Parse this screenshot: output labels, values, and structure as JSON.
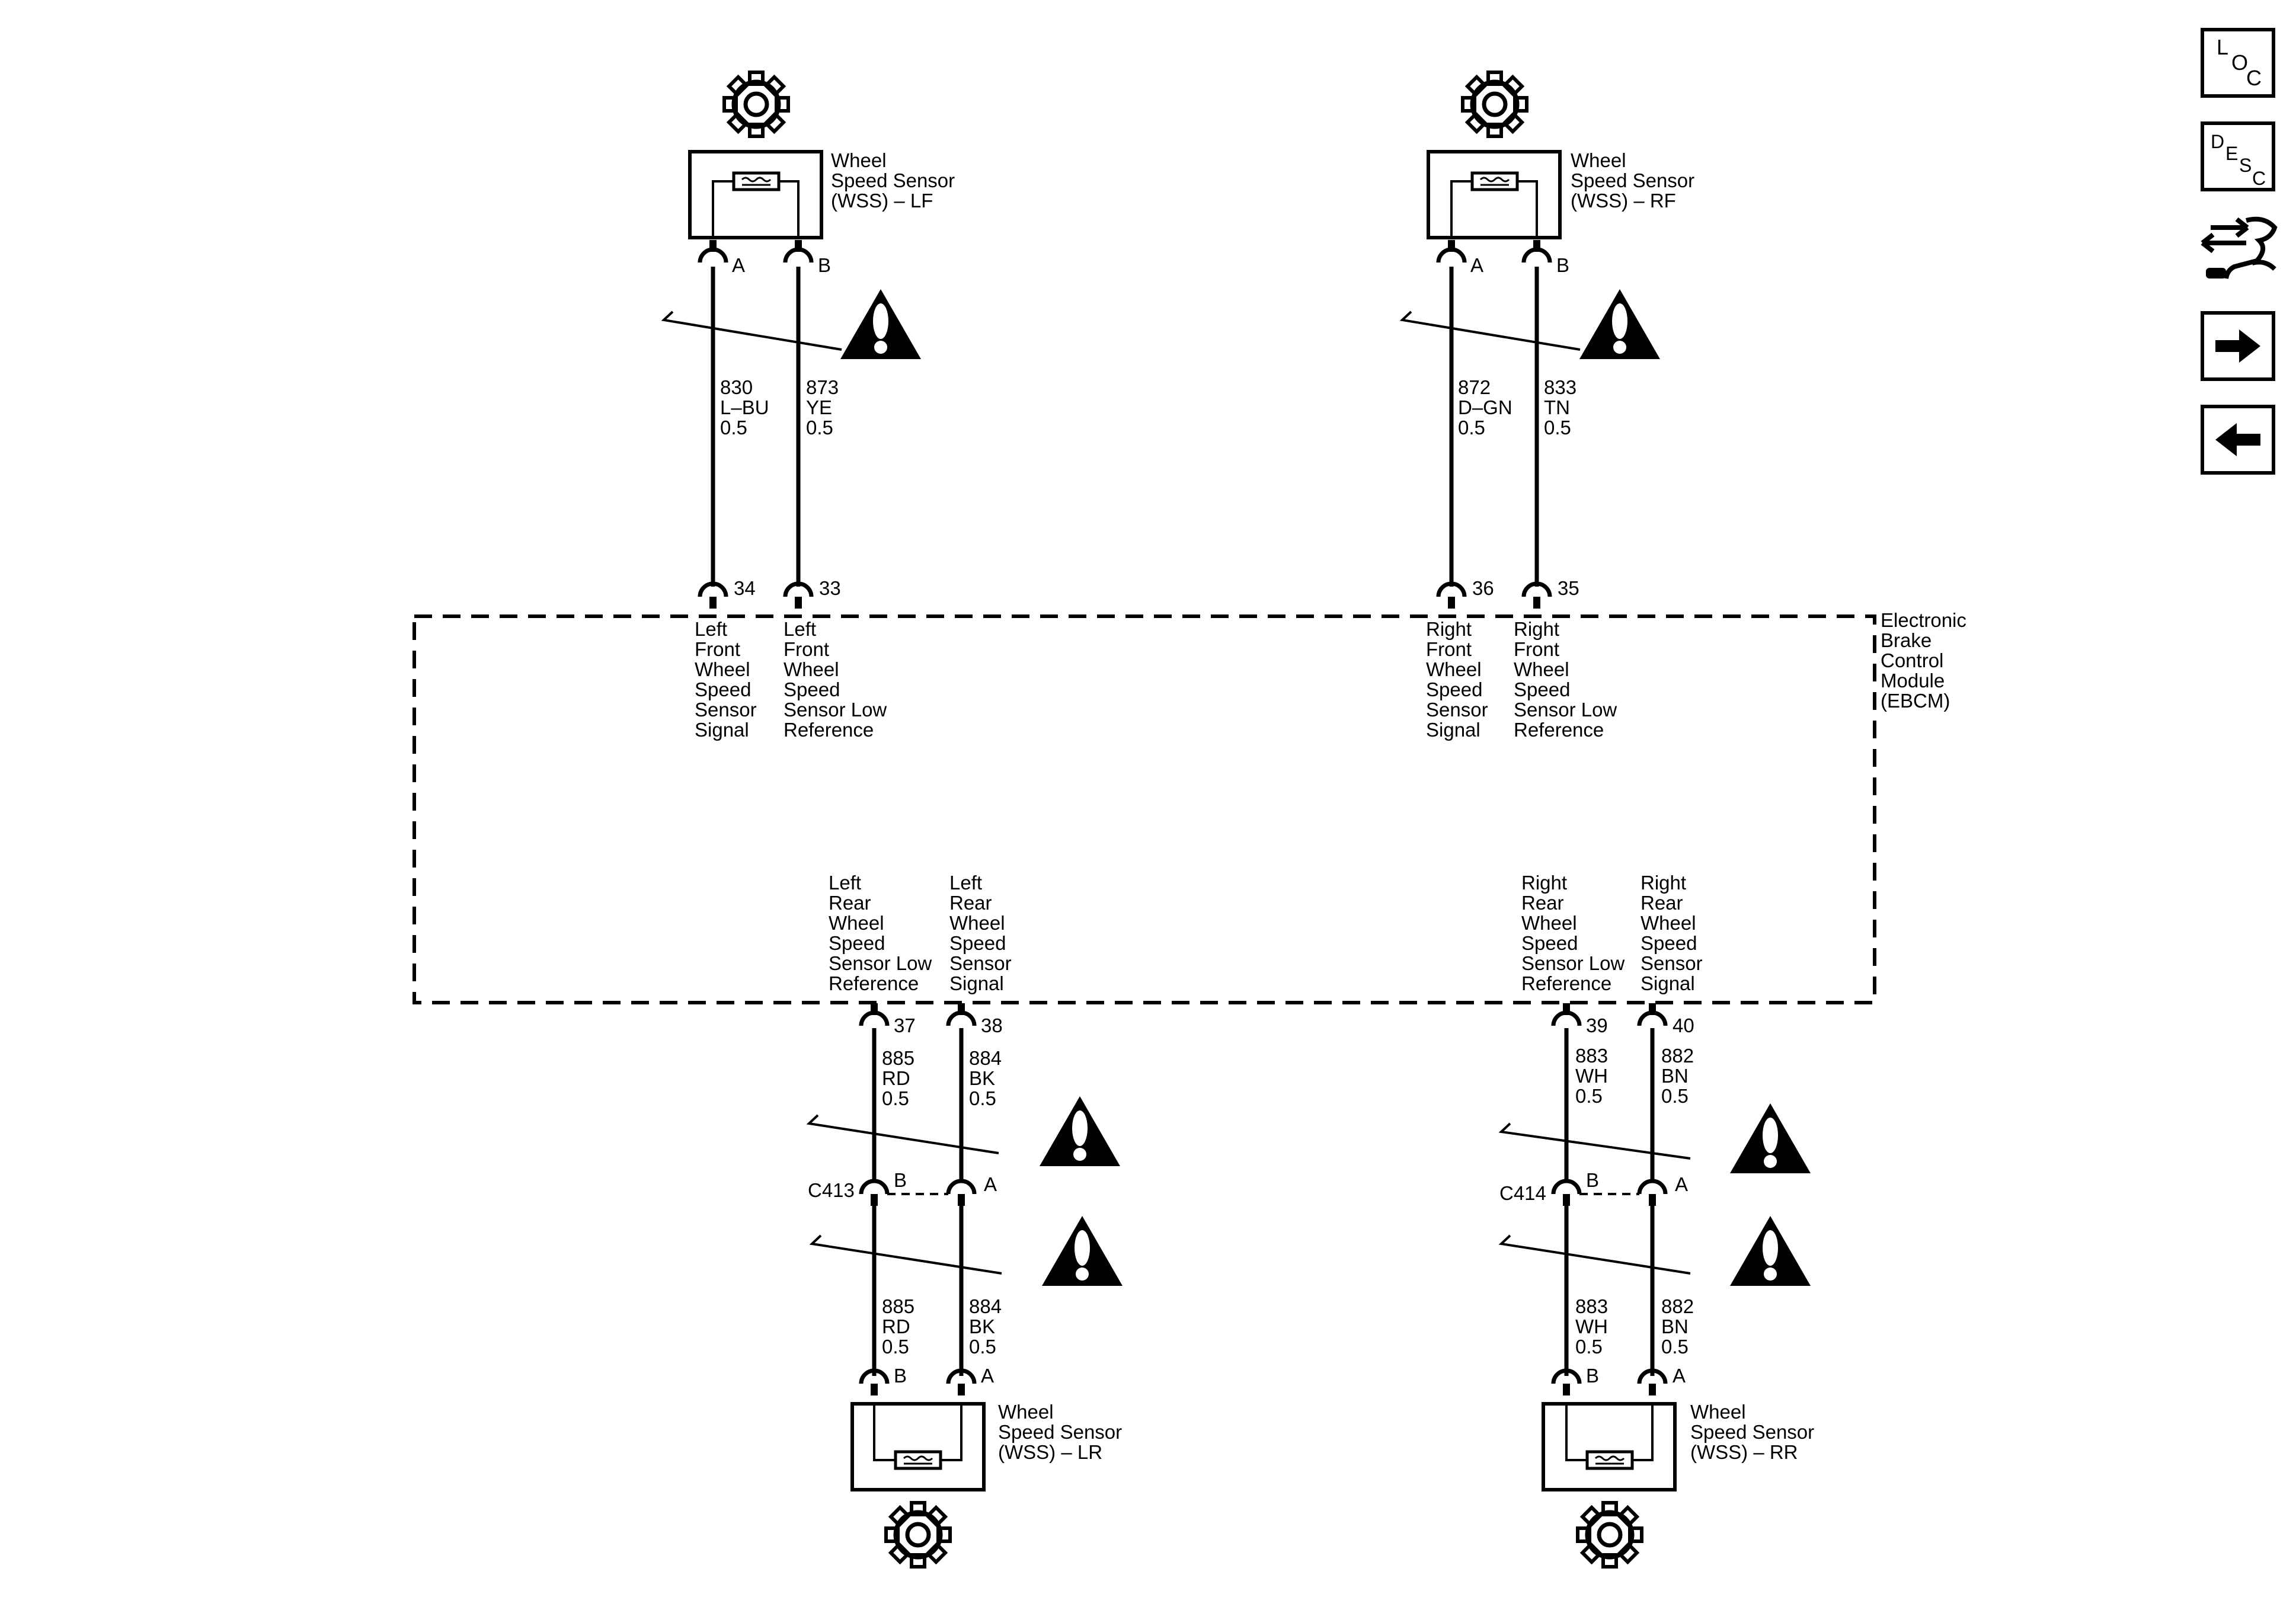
{
  "sidebar": {
    "loc_button": {
      "letters": [
        "L",
        "O",
        "C"
      ]
    },
    "desc_button": {
      "letters": [
        "D",
        "E",
        "S",
        "C"
      ]
    },
    "icons": [
      "loc-icon",
      "desc-icon",
      "harness-icon",
      "next-arrow-icon",
      "prev-arrow-icon"
    ]
  },
  "module": {
    "label": [
      "Electronic",
      "Brake",
      "Control",
      "Module",
      "(EBCM)"
    ]
  },
  "sensors": {
    "lf": {
      "label": [
        "Wheel",
        "Speed Sensor",
        "(WSS) – LF"
      ],
      "pin_a": "A",
      "pin_b": "B"
    },
    "rf": {
      "label": [
        "Wheel",
        "Speed Sensor",
        "(WSS) – RF"
      ],
      "pin_a": "A",
      "pin_b": "B"
    },
    "lr": {
      "label": [
        "Wheel",
        "Speed Sensor",
        "(WSS) – LR"
      ],
      "pin_b": "B",
      "pin_a": "A"
    },
    "rr": {
      "label": [
        "Wheel",
        "Speed Sensor",
        "(WSS) – RR"
      ],
      "pin_b": "B",
      "pin_a": "A"
    }
  },
  "wires": {
    "lf_a": {
      "circuit": "830",
      "color": "L–BU",
      "gauge": "0.5"
    },
    "lf_b": {
      "circuit": "873",
      "color": "YE",
      "gauge": "0.5"
    },
    "rf_a": {
      "circuit": "872",
      "color": "D–GN",
      "gauge": "0.5"
    },
    "rf_b": {
      "circuit": "833",
      "color": "TN",
      "gauge": "0.5"
    },
    "lr_b_upper": {
      "circuit": "885",
      "color": "RD",
      "gauge": "0.5"
    },
    "lr_a_upper": {
      "circuit": "884",
      "color": "BK",
      "gauge": "0.5"
    },
    "rr_b_upper": {
      "circuit": "883",
      "color": "WH",
      "gauge": "0.5"
    },
    "rr_a_upper": {
      "circuit": "882",
      "color": "BN",
      "gauge": "0.5"
    },
    "lr_b_lower": {
      "circuit": "885",
      "color": "RD",
      "gauge": "0.5"
    },
    "lr_a_lower": {
      "circuit": "884",
      "color": "BK",
      "gauge": "0.5"
    },
    "rr_b_lower": {
      "circuit": "883",
      "color": "WH",
      "gauge": "0.5"
    },
    "rr_a_lower": {
      "circuit": "882",
      "color": "BN",
      "gauge": "0.5"
    }
  },
  "module_pins": {
    "p34": {
      "number": "34",
      "label": [
        "Left",
        "Front",
        "Wheel",
        "Speed",
        "Sensor",
        "Signal"
      ]
    },
    "p33": {
      "number": "33",
      "label": [
        "Left",
        "Front",
        "Wheel",
        "Speed",
        "Sensor Low",
        "Reference"
      ]
    },
    "p36": {
      "number": "36",
      "label": [
        "Right",
        "Front",
        "Wheel",
        "Speed",
        "Sensor",
        "Signal"
      ]
    },
    "p35": {
      "number": "35",
      "label": [
        "Right",
        "Front",
        "Wheel",
        "Speed",
        "Sensor Low",
        "Reference"
      ]
    },
    "p37": {
      "number": "37",
      "label": [
        "Left",
        "Rear",
        "Wheel",
        "Speed",
        "Sensor Low",
        "Reference"
      ]
    },
    "p38": {
      "number": "38",
      "label": [
        "Left",
        "Rear",
        "Wheel",
        "Speed",
        "Sensor",
        "Signal"
      ]
    },
    "p39": {
      "number": "39",
      "label": [
        "Right",
        "Rear",
        "Wheel",
        "Speed",
        "Sensor Low",
        "Reference"
      ]
    },
    "p40": {
      "number": "40",
      "label": [
        "Right",
        "Rear",
        "Wheel",
        "Speed",
        "Sensor",
        "Signal"
      ]
    }
  },
  "connectors": {
    "c413": {
      "name": "C413",
      "pin_b": "B",
      "pin_a": "A"
    },
    "c414": {
      "name": "C414",
      "pin_b": "B",
      "pin_a": "A"
    }
  },
  "warning_icon": "!"
}
